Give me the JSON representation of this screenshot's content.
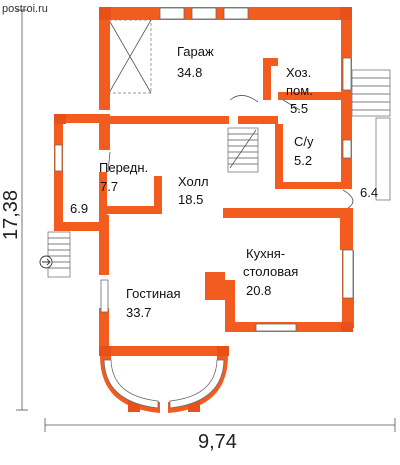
{
  "watermark": "postroi.ru",
  "dimensions": {
    "width": "9,74",
    "height": "17,38"
  },
  "rooms": {
    "garage": {
      "name": "Гараж",
      "area": "34.8"
    },
    "utility": {
      "name_l1": "Хоз.",
      "name_l2": "пом.",
      "area": "5.5"
    },
    "wc": {
      "name": "С/у",
      "area": "5.2"
    },
    "hall": {
      "name": "Холл",
      "area": "18.5"
    },
    "entrance": {
      "name": "Передн.",
      "area": "7.7"
    },
    "porch": {
      "area": "6.9"
    },
    "terrace": {
      "area": "6.4"
    },
    "kitchen": {
      "name_l1": "Кухня-",
      "name_l2": "столовая",
      "area": "20.8"
    },
    "living": {
      "name": "Гостиная",
      "area": "33.7"
    }
  },
  "colors": {
    "wall": "#f25c1f",
    "line": "#555555"
  }
}
